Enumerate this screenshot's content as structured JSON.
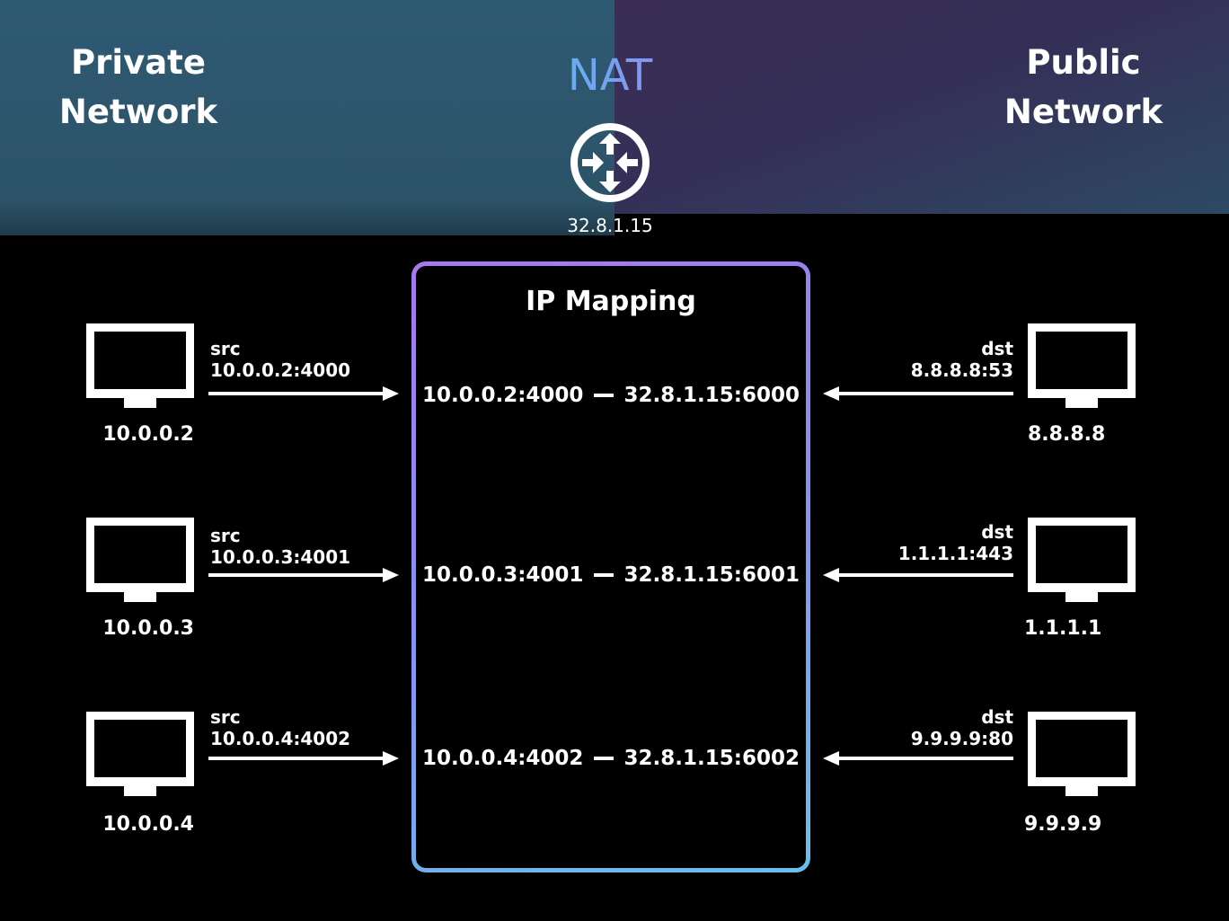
{
  "header": {
    "private_title_line1": "Private",
    "private_title_line2": "Network",
    "public_title_line1": "Public",
    "public_title_line2": "Network",
    "nat_label": "NAT",
    "nat_ip": "32.8.1.15"
  },
  "mapping": {
    "title": "IP Mapping",
    "rows": [
      {
        "private": "10.0.0.2:4000",
        "public": "32.8.1.15:6000"
      },
      {
        "private": "10.0.0.3:4001",
        "public": "32.8.1.15:6001"
      },
      {
        "private": "10.0.0.4:4002",
        "public": "32.8.1.15:6002"
      }
    ]
  },
  "private_hosts": [
    {
      "address": "10.0.0.2",
      "packet_label": "src",
      "packet_value": "10.0.0.2:4000"
    },
    {
      "address": "10.0.0.3",
      "packet_label": "src",
      "packet_value": "10.0.0.3:4001"
    },
    {
      "address": "10.0.0.4",
      "packet_label": "src",
      "packet_value": "10.0.0.4:4002"
    }
  ],
  "public_hosts": [
    {
      "address": "8.8.8.8",
      "packet_label": "dst",
      "packet_value": "8.8.8.8:53"
    },
    {
      "address": "1.1.1.1",
      "packet_label": "dst",
      "packet_value": "1.1.1.1:443"
    },
    {
      "address": "9.9.9.9",
      "packet_label": "dst",
      "packet_value": "9.9.9.9:80"
    }
  ],
  "colors": {
    "private_band": "#2f5a74",
    "public_band": "#352f57",
    "nat_gradient_start": "#5fb6f0",
    "nat_gradient_end": "#8c8cf2",
    "box_gradient_start": "#a878ee",
    "box_gradient_end": "#66c0ee"
  },
  "icons": {
    "router": "router-icon",
    "host": "monitor-icon"
  }
}
